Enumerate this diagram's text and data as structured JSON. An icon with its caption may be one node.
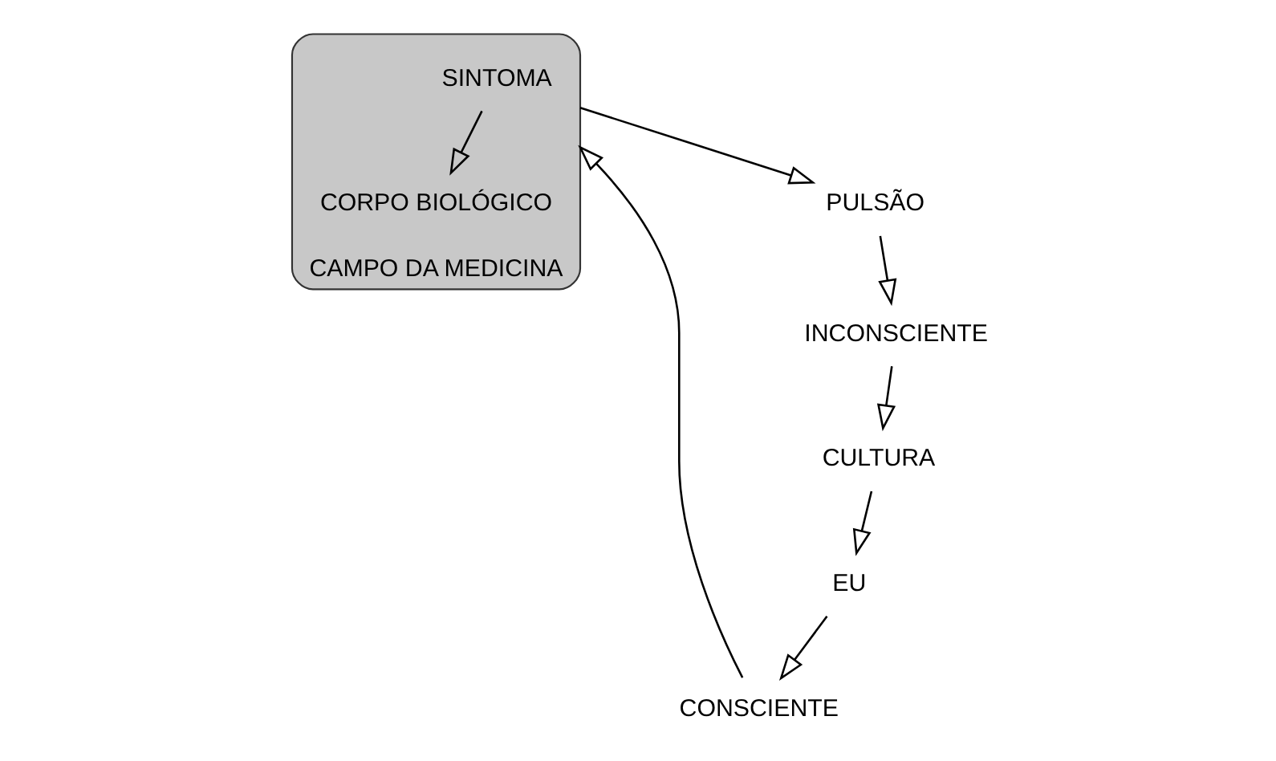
{
  "diagram": {
    "nodes": [
      {
        "text": [
          "CULTURA"
        ]
      },
      {
        "text": [
          "EU"
        ]
      },
      {
        "text": [
          "CONSCIENTE"
        ]
      },
      {
        "text": [
          "CAMPO DA MEDICINA"
        ]
      },
      {
        "text": [
          "SINTOMA"
        ],
        "in": 3
      },
      {
        "text": [
          "CORPO BIOLÓGICO"
        ],
        "in": 3
      },
      {
        "text": [
          "PULSÃO"
        ]
      },
      {
        "text": [
          "INCONSCIENTE"
        ]
      }
    ],
    "edges": [
      {
        "from": 0,
        "to": 1,
        "arrow": "to"
      },
      {
        "from": 1,
        "to": 2,
        "arrow": "to"
      },
      {
        "from": 2,
        "to": 3,
        "arrow": "to"
      },
      {
        "from": 4,
        "to": 5,
        "arrow": "to"
      },
      {
        "from": 3,
        "to": 6,
        "arrow": "to"
      },
      {
        "from": 6,
        "to": 7,
        "arrow": "to"
      },
      {
        "from": 7,
        "to": 0,
        "arrow": "to"
      }
    ]
  }
}
